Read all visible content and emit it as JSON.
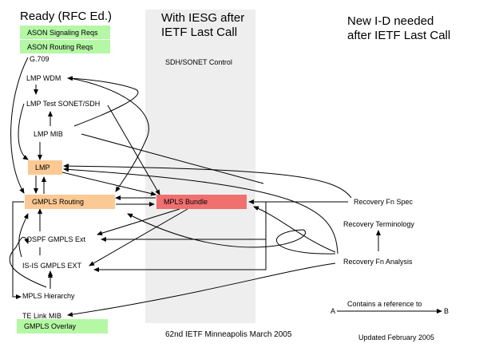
{
  "columns": {
    "ready": "Ready (RFC Ed.)",
    "iesg_line1": "With IESG after",
    "iesg_line2": "IETF Last Call",
    "new_line1": "New I-D needed",
    "new_line2": "after IETF Last Call"
  },
  "colors": {
    "ready_box": "#b4f7a4",
    "highlight_box": "#fbc994",
    "iesg_box": "#f07070",
    "band": "#eeeeee"
  },
  "nodes": {
    "ason_signaling": "ASON Signaling Reqs",
    "ason_routing": "ASON Routing Reqs",
    "g709": "G.709",
    "lmp_wdm": "LMP WDM",
    "lmp_test": "LMP Test SONET/SDH",
    "lmp_mib": "LMP MIB",
    "lmp": "LMP",
    "gmpls_routing": "GMPLS Routing",
    "ospf_gmpls": "OSPF GMPLS Ext",
    "isis_gmpls": "IS-IS GMPLS EXT",
    "mpls_hierarchy": "MPLS Hierarchy",
    "te_link_mib": "TE Link MIB",
    "gmpls_overlay": "GMPLS Overlay",
    "sdh_sonet": "SDH/SONET Control",
    "mpls_bundle": "MPLS Bundle",
    "recovery_spec": "Recovery Fn Spec",
    "recovery_term": "Recovery Terminology",
    "recovery_analysis": "Recovery Fn Analysis"
  },
  "legend": {
    "caption": "Contains a reference to",
    "from": "A",
    "to": "B"
  },
  "footer": {
    "meeting": "62nd IETF Minneapolis March 2005",
    "updated": "Updated February 2005"
  }
}
